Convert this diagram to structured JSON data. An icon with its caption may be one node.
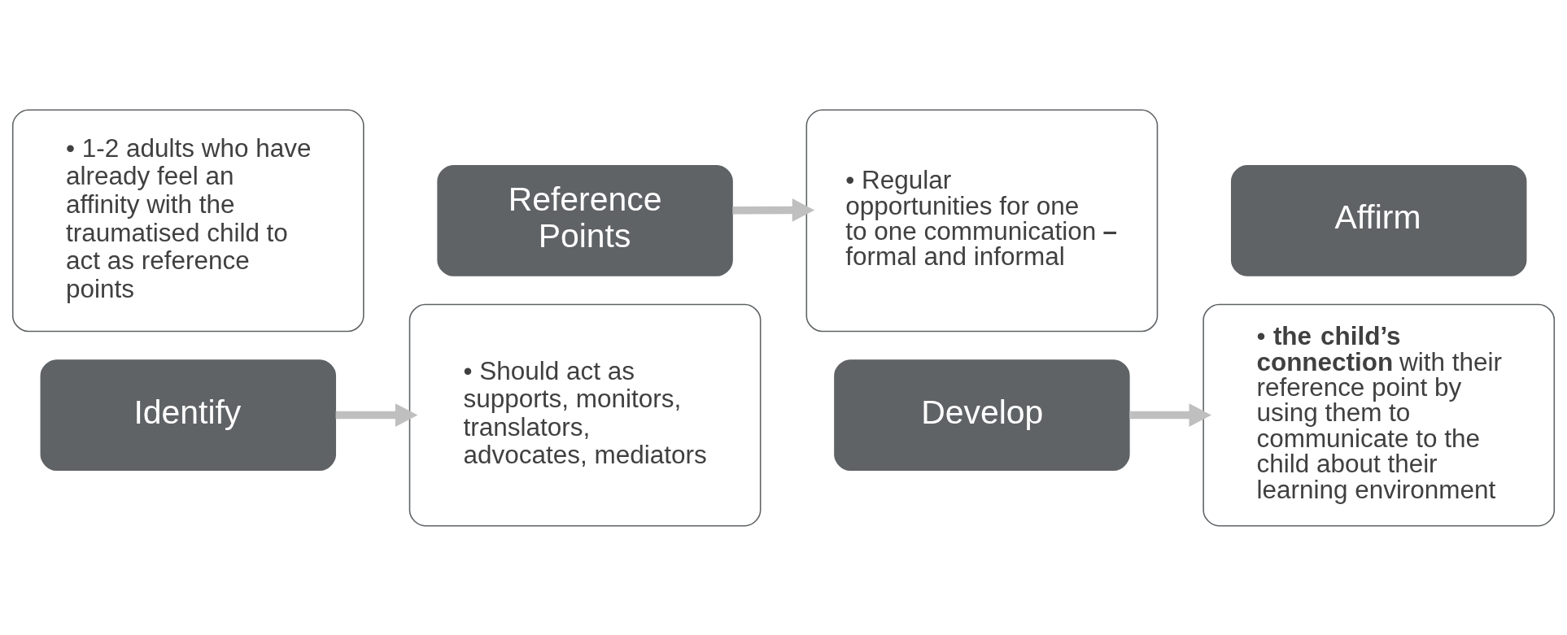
{
  "diagram": {
    "nodes": [
      {
        "text": [
          "• 1-2 adults who have already feel an affinity with the traumatised child to act as reference points"
        ]
      },
      {
        "text": [
          "Identify"
        ]
      },
      {
        "text": [
          "• Should act as supports, monitors, translators, advocates, mediators"
        ]
      },
      {
        "text": [
          "Reference Points"
        ]
      },
      {
        "text": [
          "• Regular opportunities for one to one communication **–** formal and informal"
        ]
      },
      {
        "text": [
          "Develop"
        ]
      },
      {
        "text": [
          "• **the child’s connection** with their reference point by using them to communicate to the child about their learning environment"
        ]
      },
      {
        "text": [
          "Affirm"
        ]
      }
    ],
    "edges": [
      {
        "from": 1,
        "to": 2,
        "arrow": "to"
      },
      {
        "from": 3,
        "to": 4,
        "arrow": "to"
      },
      {
        "from": 5,
        "to": 6,
        "arrow": "to"
      }
    ]
  }
}
